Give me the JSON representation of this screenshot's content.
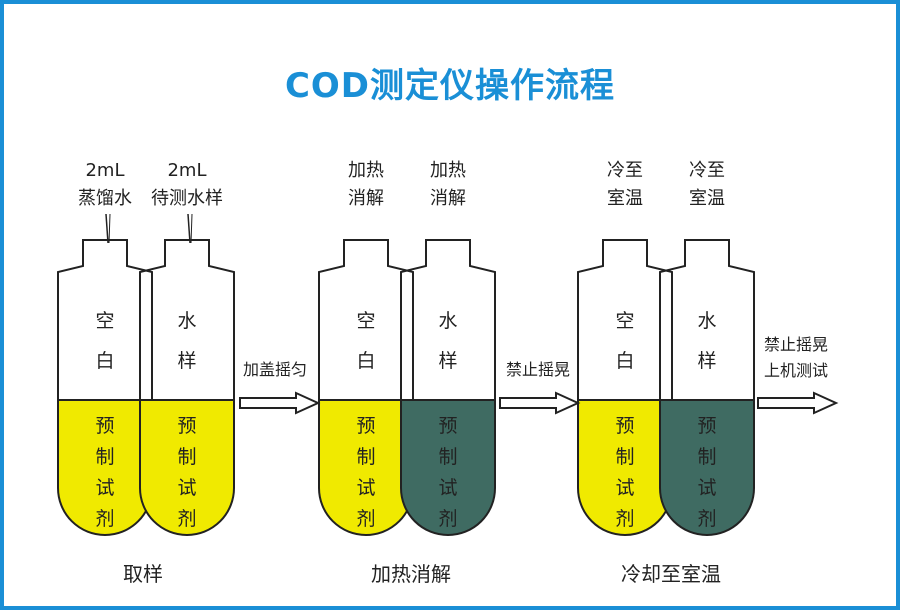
{
  "title": "COD测定仪操作流程",
  "colors": {
    "accent": "#1a8fd6",
    "reagent_yellow": "#f0ea00",
    "reagent_teal": "#3f6b62",
    "outline": "#222222"
  },
  "tubes": [
    {
      "top_text": [
        "空",
        "白"
      ],
      "bottom_text": [
        "预",
        "制",
        "试",
        "剂"
      ],
      "state": "yellow",
      "label": [
        "2mL",
        "蒸馏水"
      ]
    },
    {
      "top_text": [
        "水",
        "样"
      ],
      "bottom_text": [
        "预",
        "制",
        "试",
        "剂"
      ],
      "state": "yellow",
      "label": [
        "2mL",
        "待测水样"
      ]
    },
    {
      "top_text": [
        "空",
        "白"
      ],
      "bottom_text": [
        "预",
        "制",
        "试",
        "剂"
      ],
      "state": "yellow",
      "label": [
        "加热",
        "消解"
      ]
    },
    {
      "top_text": [
        "水",
        "样"
      ],
      "bottom_text": [
        "预",
        "制",
        "试",
        "剂"
      ],
      "state": "teal",
      "label": [
        "加热",
        "消解"
      ]
    },
    {
      "top_text": [
        "空",
        "白"
      ],
      "bottom_text": [
        "预",
        "制",
        "试",
        "剂"
      ],
      "state": "yellow",
      "label": [
        "冷至",
        "室温"
      ]
    },
    {
      "top_text": [
        "水",
        "样"
      ],
      "bottom_text": [
        "预",
        "制",
        "试",
        "剂"
      ],
      "state": "teal",
      "label": [
        "冷至",
        "室温"
      ]
    }
  ],
  "arrows": [
    {
      "label": [
        "加盖摇匀"
      ]
    },
    {
      "label": [
        "禁止摇晃"
      ]
    },
    {
      "label": [
        "禁止摇晃",
        "上机测试"
      ]
    }
  ],
  "steps": [
    "取样",
    "加热消解",
    "冷却至室温"
  ]
}
